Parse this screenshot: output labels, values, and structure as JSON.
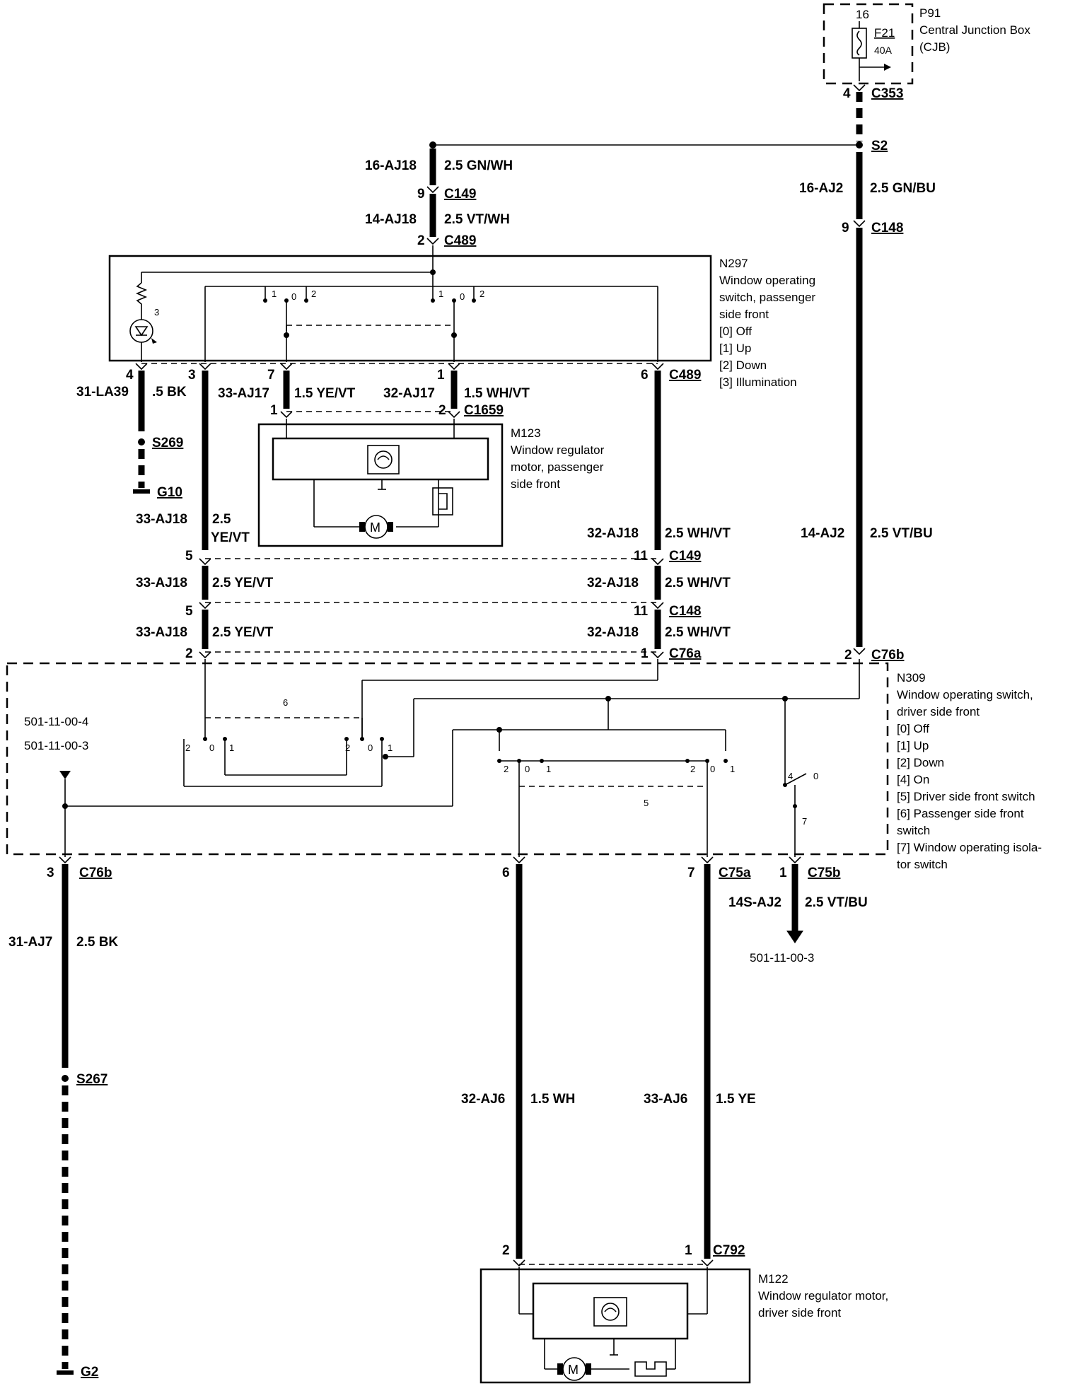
{
  "components": {
    "p91": {
      "id": "P91",
      "name_l1": "Central Junction Box",
      "name_l2": "(CJB)",
      "fuse": "F21",
      "fuse_rating": "40A",
      "pin": "16"
    },
    "n297": {
      "id": "N297",
      "lines": [
        "Window operating",
        "switch, passenger",
        "side front",
        "[0] Off",
        "[1] Up",
        "[2] Down",
        "[3] Illumination"
      ]
    },
    "m123": {
      "id": "M123",
      "lines": [
        "Window regulator",
        "motor, passenger",
        "side front"
      ]
    },
    "n309": {
      "id": "N309",
      "lines": [
        "Window operating switch,",
        "driver side front",
        "[0] Off",
        "[1] Up",
        "[2] Down",
        "[4] On",
        "[5] Driver side front switch",
        "[6] Passenger side front",
        "switch",
        "[7] Window operating isola-",
        "tor switch"
      ]
    },
    "m122": {
      "id": "M122",
      "lines": [
        "Window regulator motor,",
        "driver side front"
      ]
    }
  },
  "connectors": {
    "c353": "C353",
    "s2": "S2",
    "c149a": "C149",
    "c489a": "C489",
    "c148a": "C148",
    "c489b": "C489",
    "c1659": "C1659",
    "s269": "S269",
    "g10": "G10",
    "c149b": "C149",
    "c148b": "C148",
    "c76a": "C76a",
    "c76b_top": "C76b",
    "c76b_left": "C76b",
    "c75a_bottom": "C75a",
    "c75b_bottom": "C75b",
    "s267": "S267",
    "g2": "G2",
    "c792": "C792"
  },
  "wires": {
    "w1_code": "16-AJ18",
    "w1_spec": "2.5 GN/WH",
    "w2_code": "14-AJ18",
    "w2_spec": "2.5 VT/WH",
    "w3_code": "16-AJ2",
    "w3_spec": "2.5 GN/BU",
    "w4_code": "31-LA39",
    "w4_spec": ".5 BK",
    "w5_code": "33-AJ17",
    "w5_spec": "1.5 YE/VT",
    "w6_code": "32-AJ17",
    "w6_spec": "1.5 WH/VT",
    "w7_code": "33-AJ18",
    "w7_spec1": "2.5",
    "w7_spec2": "YE/VT",
    "w8_code": "32-AJ18",
    "w8_spec": "2.5 WH/VT",
    "w9_code": "14-AJ2",
    "w9_spec": "2.5 VT/BU",
    "w10_code": "33-AJ18",
    "w10_spec": "2.5 YE/VT",
    "w11_code": "32-AJ18",
    "w11_spec": "2.5 WH/VT",
    "w12_code": "33-AJ18",
    "w12_spec": "2.5 YE/VT",
    "w13_code": "32-AJ18",
    "w13_spec": "2.5 WH/VT",
    "w14_code": "31-AJ7",
    "w14_spec": "2.5 BK",
    "w15_code": "14S-AJ2",
    "w15_spec": "2.5 VT/BU",
    "w16_code": "32-AJ6",
    "w16_spec": "1.5 WH",
    "w17_code": "33-AJ6",
    "w17_spec": "1.5 YE"
  },
  "pins": {
    "p_c353": "4",
    "p_c149a": "9",
    "p_c489a": "2",
    "p_c148a": "9",
    "p_n297_4": "4",
    "p_n297_3": "3",
    "p_n297_7": "7",
    "p_n297_1": "1",
    "p_n297_6": "6",
    "p_m123_1": "1",
    "p_m123_2": "2",
    "p_c149b_l": "5",
    "p_c149b_r": "11",
    "p_c148b_l": "5",
    "p_c148b_r": "11",
    "p_c76a_l": "2",
    "p_c76a_r": "1",
    "p_c76b_top": "2",
    "p_bot_3": "3",
    "p_bot_6": "6",
    "p_bot_7": "7",
    "p_bot_1": "1",
    "p_c792_2": "2",
    "p_c792_1": "1",
    "n297_sw_a1": "1",
    "n297_sw_a0": "0",
    "n297_sw_a2": "2",
    "n297_sw_b1": "1",
    "n297_sw_b0": "0",
    "n297_sw_b2": "2",
    "n297_lamp": "3",
    "n309_sw_a2": "2",
    "n309_sw_a0": "0",
    "n309_sw_a1": "1",
    "n309_sw_b2": "2",
    "n309_sw_b0": "0",
    "n309_sw_b1": "1",
    "n309_sw_c2": "2",
    "n309_sw_c0": "0",
    "n309_sw_c1": "1",
    "n309_sw_d2": "2",
    "n309_sw_d0": "0",
    "n309_sw_d1": "1",
    "n309_iso_4": "4",
    "n309_iso_0": "0",
    "n309_iso_7": "7",
    "n309_link6": "6",
    "n309_link5": "5"
  },
  "references": {
    "ref1": "501-11-00-4",
    "ref2": "501-11-00-3",
    "ref3": "501-11-00-3"
  },
  "icons": [
    "fuse-icon",
    "lamp-icon",
    "motor-icon",
    "ground-icon",
    "thermal-switch-icon",
    "arrow-down-icon"
  ]
}
